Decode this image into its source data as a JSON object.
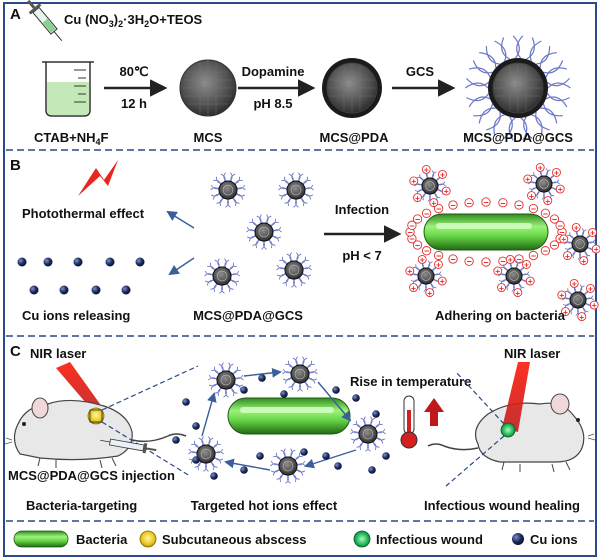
{
  "panel_a": {
    "letter": "A",
    "reagent": "Cu (NO",
    "reagent_sub1": "3",
    "reagent_mid": ")",
    "reagent_sub2": "2",
    "reagent_rest": "·3H",
    "reagent_sub3": "2",
    "reagent_end": "O+TEOS",
    "step1_top": "80℃",
    "step1_bottom": "12 h",
    "step2_top": "Dopamine",
    "step2_bottom": "pH 8.5",
    "step3_top": "GCS",
    "label_beaker": "CTAB+NH",
    "label_beaker_sub": "4",
    "label_beaker_end": "F",
    "label_mcs": "MCS",
    "label_mcs_pda": "MCS@PDA",
    "label_mcs_pda_gcs": "MCS@PDA@GCS"
  },
  "panel_b": {
    "letter": "B",
    "photothermal": "Photothermal effect",
    "cu_release": "Cu ions releasing",
    "center_label": "MCS@PDA@GCS",
    "infection": "Infection",
    "ph": "pH < 7",
    "adhering": "Adhering on bacteria",
    "plus": "+",
    "minus": "−"
  },
  "panel_c": {
    "letter": "C",
    "nir_left": "NIR laser",
    "nir_right": "NIR laser",
    "rise": "Rise in temperature",
    "injection": "MCS@PDA@GCS injection",
    "bacteria_targeting": "Bacteria-targeting",
    "hot_ions": "Targeted hot ions effect",
    "wound_healing": "Infectious wound healing"
  },
  "legend": {
    "bacteria": "Bacteria",
    "abscess": "Subcutaneous abscess",
    "wound": "Infectious wound",
    "cu_ions": "Cu ions"
  },
  "colors": {
    "frame": "#2a4a8a",
    "arrow": "#3a5f9a",
    "bacteria_green": "#4ec43a",
    "cu_ion": "#1a2a52",
    "particle": "#3a3a3a",
    "fiber": "#6c78c8",
    "laser": "#e0201e",
    "charge": "#e23030"
  }
}
